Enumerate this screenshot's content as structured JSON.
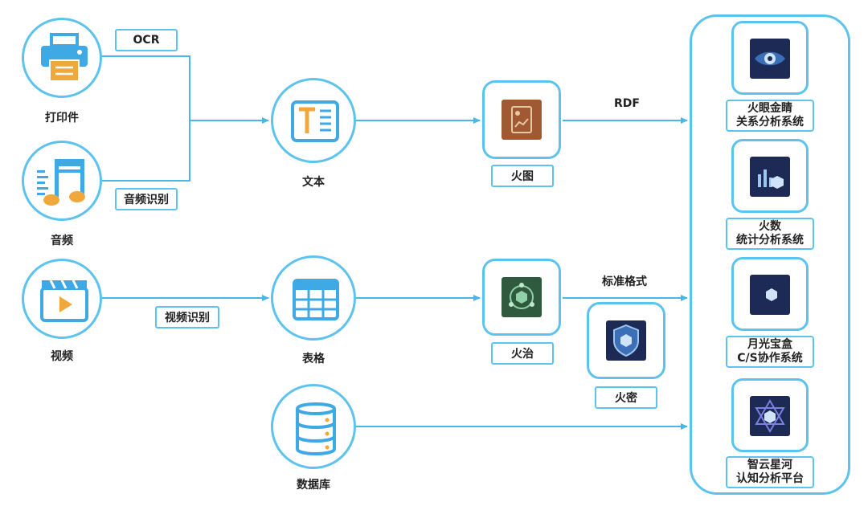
{
  "sources": {
    "printer": {
      "label": "打印件",
      "icon": "printer-icon"
    },
    "audio": {
      "label": "音频",
      "icon": "music-note-icon"
    },
    "video": {
      "label": "视频",
      "icon": "video-clapper-icon"
    }
  },
  "edge_tags": {
    "ocr": "OCR",
    "audio_recognition": "音频识别",
    "video_recognition": "视频识别"
  },
  "middle": {
    "text": {
      "label": "文本",
      "icon": "text-document-icon"
    },
    "table": {
      "label": "表格",
      "icon": "table-grid-icon"
    },
    "database": {
      "label": "数据库",
      "icon": "database-icon"
    }
  },
  "tools": {
    "huotu": {
      "label": "火图",
      "icon": "graph-document-icon"
    },
    "huozhi": {
      "label": "火治",
      "icon": "cube-network-icon"
    },
    "huomi": {
      "label": "火密",
      "icon": "shield-cube-icon"
    }
  },
  "edge_labels": {
    "rdf": "RDF",
    "standard_format": "标准格式"
  },
  "systems": [
    {
      "line1": "火眼金睛",
      "line2": "关系分析系统",
      "icon": "eye-icon"
    },
    {
      "line1": "火数",
      "line2": "统计分析系统",
      "icon": "bar-chart-cube-icon"
    },
    {
      "line1": "月光宝盒",
      "line2": "C/S协作系统",
      "icon": "moon-cube-icon"
    },
    {
      "line1": "智云星河",
      "line2": "认知分析平台",
      "icon": "hexagram-cube-icon"
    }
  ],
  "colors": {
    "border": "#5cc3ee",
    "arrow": "#4ab6e8",
    "icon_blue": "#3fa9e6",
    "icon_orange": "#f0a83c",
    "tool_brown": "#a05a33",
    "tool_green": "#2f5a3e",
    "system_navy": "#1c2a55"
  }
}
